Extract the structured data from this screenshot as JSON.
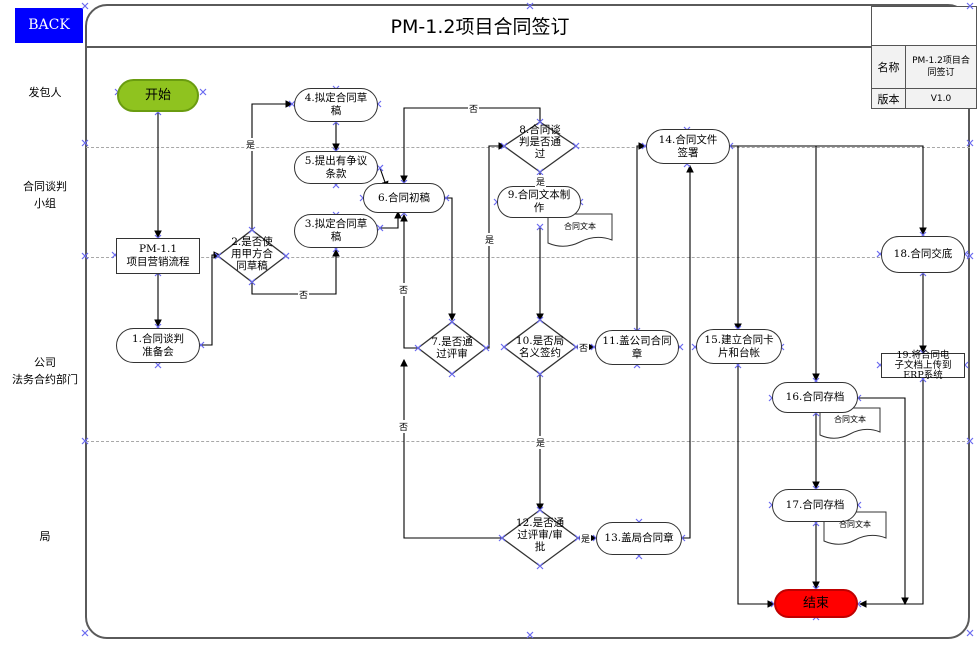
{
  "back_label": "BACK",
  "title": "PM-1.2项目合同签订",
  "info": {
    "name_key": "名称",
    "name_value": "PM-1.2项目合同签订",
    "version_key": "版本",
    "version_value": "V1.0"
  },
  "lanes": {
    "l1": "发包人",
    "l2a": "合同谈判",
    "l2b": "小组",
    "l3a": "公司",
    "l3b": "法务合约部门",
    "l4": "局"
  },
  "nodes": {
    "start": "开始",
    "pm11a": "PM-1.1",
    "pm11b": "项目营销流程",
    "n1a": "1.合同谈判",
    "n1b": "准备会",
    "n2a": "2.是否使",
    "n2b": "用甲方合",
    "n2c": "同草稿",
    "n3a": "3.拟定合同草",
    "n3b": "稿",
    "n4a": "4.拟定合同草",
    "n4b": "稿",
    "n5a": "5.提出有争议",
    "n5b": "条款",
    "n6": "6.合同初稿",
    "n7a": "7.是否通",
    "n7b": "过评审",
    "n8a": "8.合同谈",
    "n8b": "判是否通",
    "n8c": "过",
    "n9a": "9.合同文本制",
    "n9b": "作",
    "doc1": "合同文本",
    "n10a": "10.是否局",
    "n10b": "名义签约",
    "n11a": "11.盖公司合同",
    "n11b": "章",
    "n12a": "12.是否通",
    "n12b": "过评审/审",
    "n12c": "批",
    "n13": "13.盖局合同章",
    "n14a": "14.合同文件",
    "n14b": "签署",
    "n15a": "15.建立合同卡",
    "n15b": "片和台帐",
    "n16": "16.合同存档",
    "doc16": "合同文本",
    "n17": "17.合同存档",
    "doc17": "合同文本",
    "n18": "18.合同交底",
    "n19a": "19.将合同电",
    "n19b": "子文档上传到",
    "n19c": "ERP系统",
    "end": "结束"
  },
  "edge_labels": {
    "yes_n2": "是",
    "no_n2": "否",
    "no_n8": "否",
    "yes_n8": "是",
    "yes_to_n8": "是",
    "no_n7": "否",
    "no_n12": "否",
    "no_n10": "否",
    "yes_n10": "是",
    "yes_n12": "是"
  },
  "colors": {
    "start_fill": "#8fc31f",
    "end_fill": "#ff0000",
    "back_fill": "#0000ff",
    "connector_marker": "#6a6af0"
  }
}
